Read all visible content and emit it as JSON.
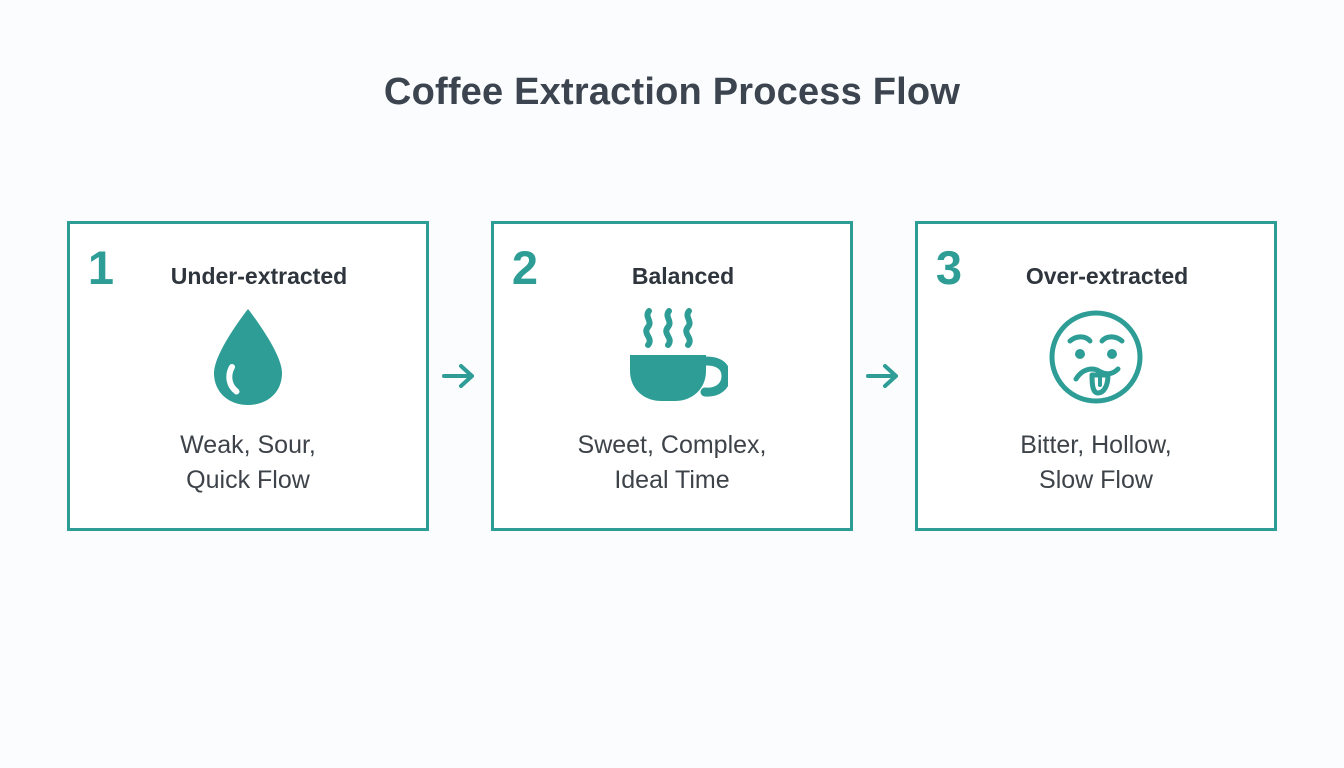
{
  "page": {
    "title": "Coffee Extraction Process Flow",
    "background_color": "#fbfcfd",
    "accent_color": "#2d9d96",
    "title_color": "#3b444f",
    "body_text_color": "#3d4349"
  },
  "flow": {
    "connector_symbol": "→",
    "stages": [
      {
        "number": "1",
        "title": "Under-extracted",
        "icon": "water-droplet-icon",
        "description_line1": "Weak, Sour,",
        "description_line2": "Quick Flow"
      },
      {
        "number": "2",
        "title": "Balanced",
        "icon": "coffee-cup-steam-icon",
        "description_line1": "Sweet, Complex,",
        "description_line2": "Ideal Time"
      },
      {
        "number": "3",
        "title": "Over-extracted",
        "icon": "disgusted-face-icon",
        "description_line1": "Bitter, Hollow,",
        "description_line2": "Slow Flow"
      }
    ]
  }
}
